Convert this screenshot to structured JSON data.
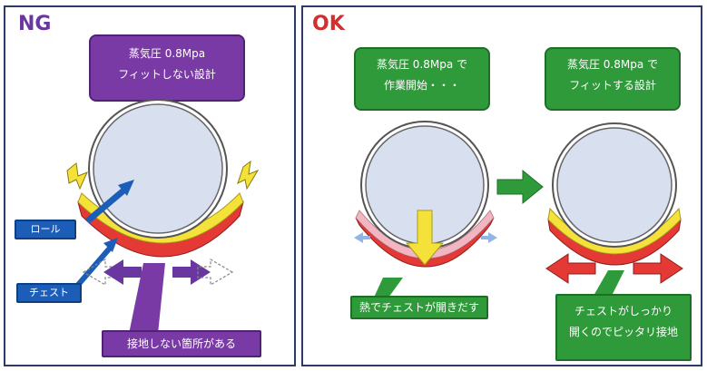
{
  "ng": {
    "title": "NG",
    "title_color": "#6a37a0",
    "header_line1": "蒸気圧 0.8Mpa",
    "header_line2": "フィットしない設計",
    "roll_label": "ロール",
    "chest_label": "チェスト",
    "bottom_label": "接地しない箇所がある"
  },
  "ok": {
    "title": "OK",
    "title_color": "#d32f2f",
    "left_header_line1": "蒸気圧 0.8Mpa で",
    "left_header_line2": "作業開始・・・",
    "right_header_line1": "蒸気圧 0.8Mpa で",
    "right_header_line2": "フィットする設計",
    "left_bottom_label": "熱でチェストが開きだす",
    "right_bottom_line1": "チェストがしっかり",
    "right_bottom_line2": "開くのでピッタリ接地"
  },
  "colors": {
    "purple": "#7a3aa6",
    "green": "#2f9a3a",
    "blue": "#1c5db8",
    "red": "#e53935",
    "yellow": "#f4e23a",
    "roll_fill": "#d8e0f0"
  }
}
